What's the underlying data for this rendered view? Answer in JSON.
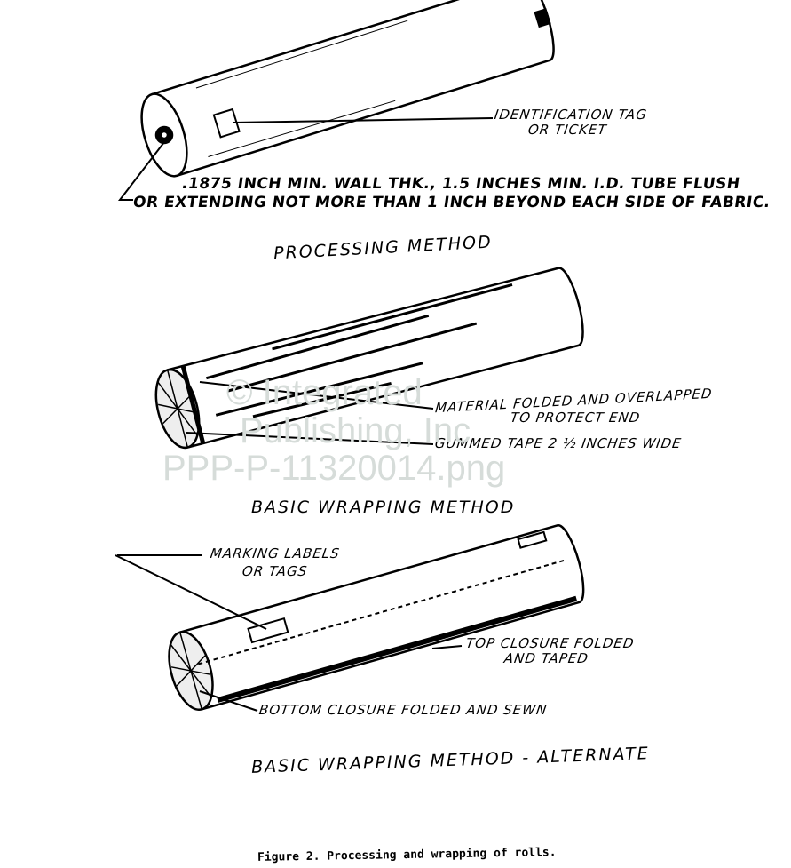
{
  "figure": {
    "panel1": {
      "tag_label_1": "IDENTIFICATION  TAG",
      "tag_label_2": "OR  TICKET",
      "tube_note_1": ".1875 INCH MIN. WALL THK., 1.5 INCHES MIN. I.D. TUBE FLUSH",
      "tube_note_2": "OR EXTENDING NOT MORE THAN 1 INCH BEYOND EACH SIDE OF FABRIC.",
      "title": "PROCESSING  METHOD"
    },
    "panel2": {
      "material_label_1": "MATERIAL FOLDED AND OVERLAPPED",
      "material_label_2": "TO PROTECT END",
      "tape_label": "GUMMED TAPE 2 ½  INCHES WIDE",
      "title": "BASIC  WRAPPING  METHOD"
    },
    "panel3": {
      "marking_label_1": "MARKING LABELS",
      "marking_label_2": "OR TAGS",
      "top_closure_1": "TOP CLOSURE FOLDED",
      "top_closure_2": "AND TAPED",
      "bottom_closure": "BOTTOM CLOSURE FOLDED AND SEWN",
      "title": "BASIC  WRAPPING  METHOD  -  ALTERNATE"
    },
    "caption": "Figure 2.  Processing and wrapping of rolls."
  },
  "watermark": {
    "line1": "© Integrated",
    "line2": "Publishing, Inc",
    "line3": "PPP-P-11320014.png"
  }
}
